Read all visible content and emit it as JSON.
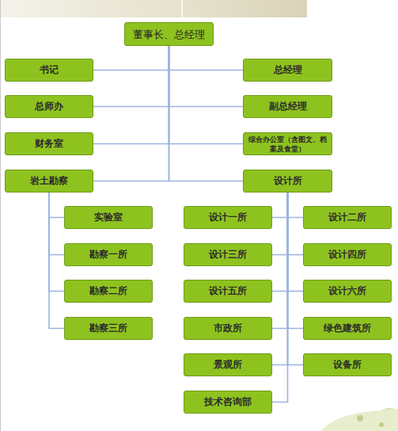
{
  "diagram": {
    "nodes": [
      {
        "text": [
          "董事长、总经理"
        ]
      },
      {
        "text": [
          "书记"
        ]
      },
      {
        "text": [
          "总经理"
        ]
      },
      {
        "text": [
          "总师办"
        ]
      },
      {
        "text": [
          "副总经理"
        ]
      },
      {
        "text": [
          "财务室"
        ]
      },
      {
        "text": [
          "综合办公室（含图文、档案及食堂）"
        ]
      },
      {
        "text": [
          "岩土勘察"
        ]
      },
      {
        "text": [
          "设计所"
        ]
      },
      {
        "text": [
          "实验室"
        ]
      },
      {
        "text": [
          "勘察一所"
        ]
      },
      {
        "text": [
          "勘察二所"
        ]
      },
      {
        "text": [
          "勘察三所"
        ]
      },
      {
        "text": [
          "设计一所"
        ]
      },
      {
        "text": [
          "设计二所"
        ]
      },
      {
        "text": [
          "设计三所"
        ]
      },
      {
        "text": [
          "设计四所"
        ]
      },
      {
        "text": [
          "设计五所"
        ]
      },
      {
        "text": [
          "设计六所"
        ]
      },
      {
        "text": [
          "市政所"
        ]
      },
      {
        "text": [
          "绿色建筑所"
        ]
      },
      {
        "text": [
          "景观所"
        ]
      },
      {
        "text": [
          "设备所"
        ]
      },
      {
        "text": [
          "技术咨询部"
        ]
      }
    ],
    "edges": [
      {
        "from": 0,
        "to": 1,
        "arrow": "none"
      },
      {
        "from": 0,
        "to": 2,
        "arrow": "none"
      },
      {
        "from": 0,
        "to": 3,
        "arrow": "none"
      },
      {
        "from": 0,
        "to": 4,
        "arrow": "none"
      },
      {
        "from": 0,
        "to": 5,
        "arrow": "none"
      },
      {
        "from": 0,
        "to": 6,
        "arrow": "none"
      },
      {
        "from": 0,
        "to": 7,
        "arrow": "none"
      },
      {
        "from": 0,
        "to": 8,
        "arrow": "none"
      },
      {
        "from": 7,
        "to": 9,
        "arrow": "none"
      },
      {
        "from": 7,
        "to": 10,
        "arrow": "none"
      },
      {
        "from": 7,
        "to": 11,
        "arrow": "none"
      },
      {
        "from": 7,
        "to": 12,
        "arrow": "none"
      },
      {
        "from": 8,
        "to": 13,
        "arrow": "none"
      },
      {
        "from": 8,
        "to": 14,
        "arrow": "none"
      },
      {
        "from": 8,
        "to": 15,
        "arrow": "none"
      },
      {
        "from": 8,
        "to": 16,
        "arrow": "none"
      },
      {
        "from": 8,
        "to": 17,
        "arrow": "none"
      },
      {
        "from": 8,
        "to": 18,
        "arrow": "none"
      },
      {
        "from": 8,
        "to": 19,
        "arrow": "none"
      },
      {
        "from": 8,
        "to": 20,
        "arrow": "none"
      },
      {
        "from": 8,
        "to": 21,
        "arrow": "none"
      },
      {
        "from": 8,
        "to": 22,
        "arrow": "none"
      },
      {
        "from": 8,
        "to": 23,
        "arrow": "none"
      }
    ]
  }
}
